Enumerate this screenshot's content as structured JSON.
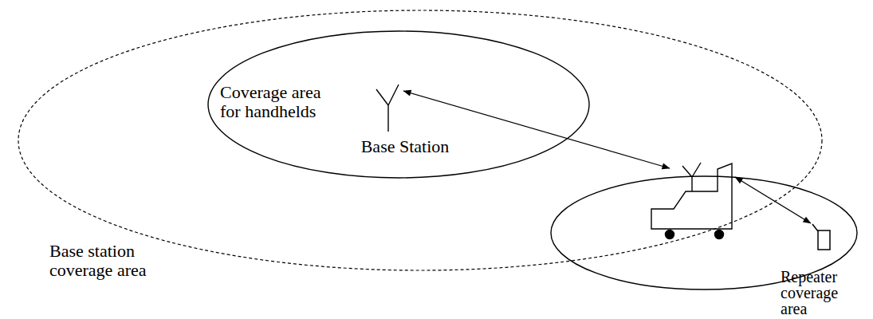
{
  "diagram": {
    "nodes": [
      {
        "text": [
          "Base station coverage area"
        ]
      },
      {
        "text": [
          "Coverage area for handhelds"
        ],
        "in": 0
      },
      {
        "text": [
          "Repeater coverage area"
        ]
      }
    ],
    "labels": [
      "Base Station"
    ]
  }
}
